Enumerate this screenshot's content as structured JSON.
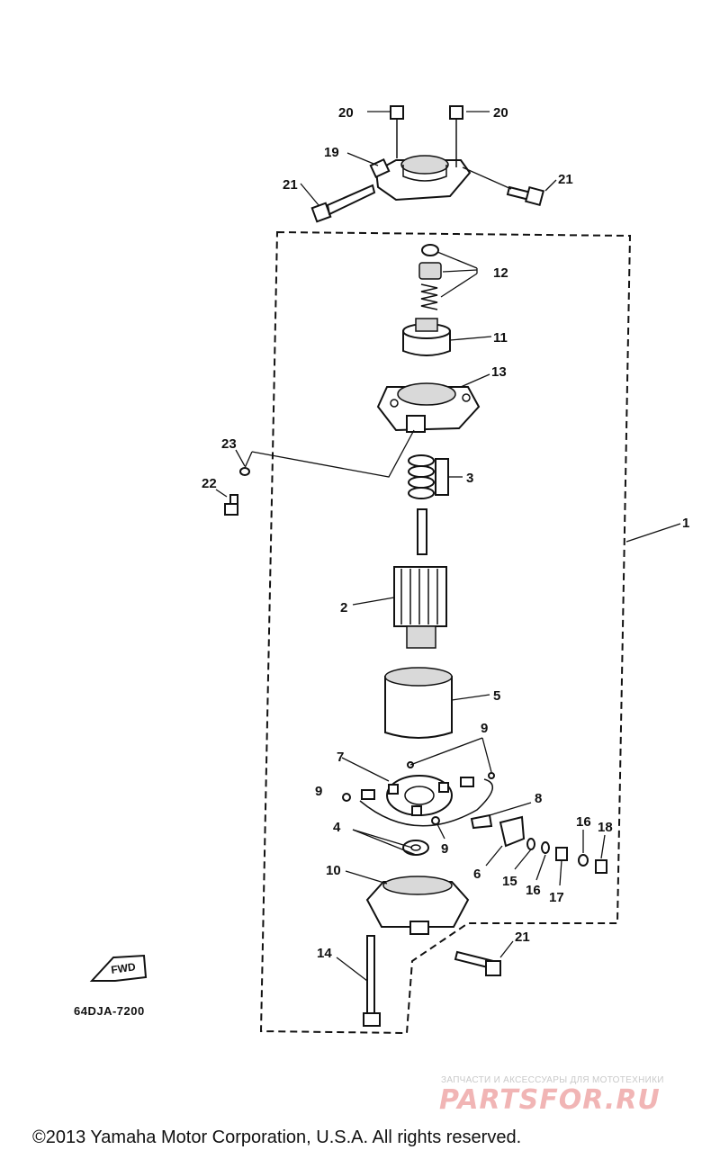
{
  "labels": {
    "p1": "1",
    "p2": "2",
    "p3": "3",
    "p4": "4",
    "p5": "5",
    "p6": "6",
    "p7": "7",
    "p8": "8",
    "p9a": "9",
    "p9b": "9",
    "p9c": "9",
    "p10": "10",
    "p11": "11",
    "p12": "12",
    "p13": "13",
    "p14": "14",
    "p15": "15",
    "p16a": "16",
    "p16b": "16",
    "p17": "17",
    "p18": "18",
    "p19": "19",
    "p20a": "20",
    "p20b": "20",
    "p21a": "21",
    "p21b": "21",
    "p21c": "21",
    "p22": "22",
    "p23": "23"
  },
  "fwd_label": "FWD",
  "drawing_code": "64DJA-7200",
  "watermark": {
    "tagline": "ЗАПЧАСТИ И АКСЕССУАРЫ ДЛЯ МОТОТЕХНИКИ",
    "logo": "PARTSFOR.RU"
  },
  "copyright": "©2013 Yamaha Motor Corporation, U.S.A. All rights reserved."
}
